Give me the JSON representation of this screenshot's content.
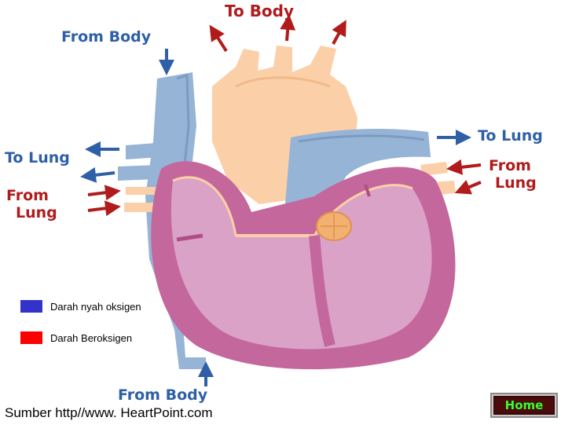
{
  "labels": {
    "to_body": "To Body",
    "from_body_top": "From Body",
    "to_lung_left": "To Lung",
    "from_lung_left_1": "From",
    "from_lung_left_2": "Lung",
    "to_lung_right": "To Lung",
    "from_lung_right_1": "From",
    "from_lung_right_2": "Lung",
    "from_body_bottom": "From Body"
  },
  "legend": [
    {
      "label": "Darah nyah oksigen",
      "color": "#3333cc"
    },
    {
      "label": "Darah  Beroksigen",
      "color": "#ff0000"
    }
  ],
  "source": "Sumber http//www. HeartPoint.com",
  "home_button": {
    "label": "Home"
  },
  "colors": {
    "vein_blue": "#96b4d6",
    "aorta_peach": "#fbcfa8",
    "heart_outer": "#c4679c",
    "heart_inner": "#dba2c8",
    "label_blue": "#2f5fa6",
    "label_red": "#b11b1b"
  }
}
